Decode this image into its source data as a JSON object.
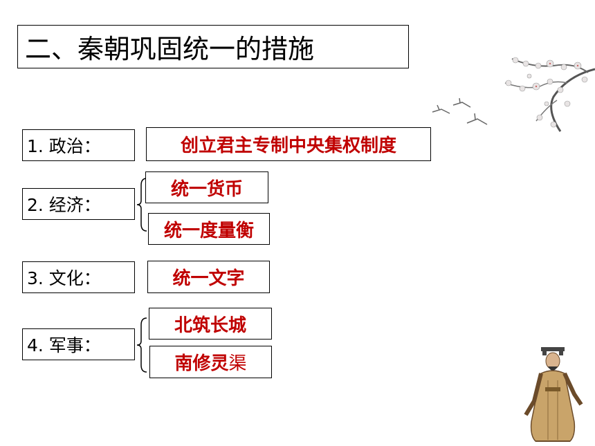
{
  "title": "二、秦朝巩固统一的措施",
  "sections": [
    {
      "label": "1. 政治：",
      "answers": [
        "创立君主专制中央集权制度"
      ]
    },
    {
      "label": "2. 经济：",
      "answers": [
        "统一货币",
        "统一度量衡"
      ]
    },
    {
      "label": "3. 文化：",
      "answers": [
        "统一文字"
      ]
    },
    {
      "label": "4. 军事：",
      "answers": [
        "北筑长城",
        "南修灵渠"
      ]
    }
  ],
  "colors": {
    "answer_text": "#c00000",
    "border": "#000000"
  },
  "decorations": [
    "plum-blossom-branch-icon",
    "flying-cranes-icon",
    "qin-emperor-figure-icon"
  ]
}
